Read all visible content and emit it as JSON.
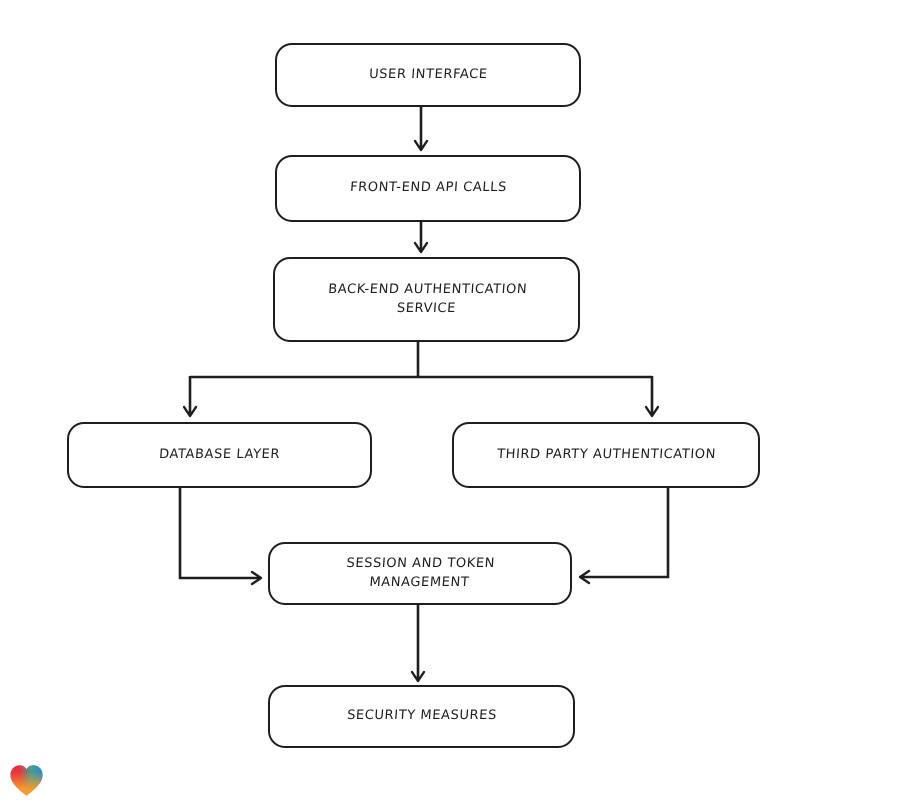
{
  "diagram": {
    "kind": "flowchart",
    "nodes": [
      {
        "id": "user-interface",
        "label": "USER INTERFACE"
      },
      {
        "id": "front-end-api-calls",
        "label": "FRONT-END API CALLS"
      },
      {
        "id": "back-end-authentication-service",
        "label": "BACK-END AUTHENTICATION SERVICE"
      },
      {
        "id": "database-layer",
        "label": "DATABASE LAYER"
      },
      {
        "id": "third-party-authentication",
        "label": "THIRD PARTY AUTHENTICATION"
      },
      {
        "id": "session-and-token-management",
        "label": "SESSION AND TOKEN MANAGEMENT"
      },
      {
        "id": "security-measures",
        "label": "SECURITY MEASURES"
      }
    ],
    "edges": [
      {
        "from": "user-interface",
        "to": "front-end-api-calls"
      },
      {
        "from": "front-end-api-calls",
        "to": "back-end-authentication-service"
      },
      {
        "from": "back-end-authentication-service",
        "to": "database-layer"
      },
      {
        "from": "back-end-authentication-service",
        "to": "third-party-authentication"
      },
      {
        "from": "database-layer",
        "to": "session-and-token-management"
      },
      {
        "from": "third-party-authentication",
        "to": "session-and-token-management"
      },
      {
        "from": "session-and-token-management",
        "to": "security-measures"
      }
    ],
    "colors": {
      "stroke": "#1e1e1e",
      "node_fill": "#ffffff",
      "background": "#ffffff"
    },
    "logo": {
      "name": "gradient-heart",
      "colors": [
        "#e8333c",
        "#21b3a1",
        "#2e7fe0",
        "#f79b2e"
      ]
    }
  }
}
